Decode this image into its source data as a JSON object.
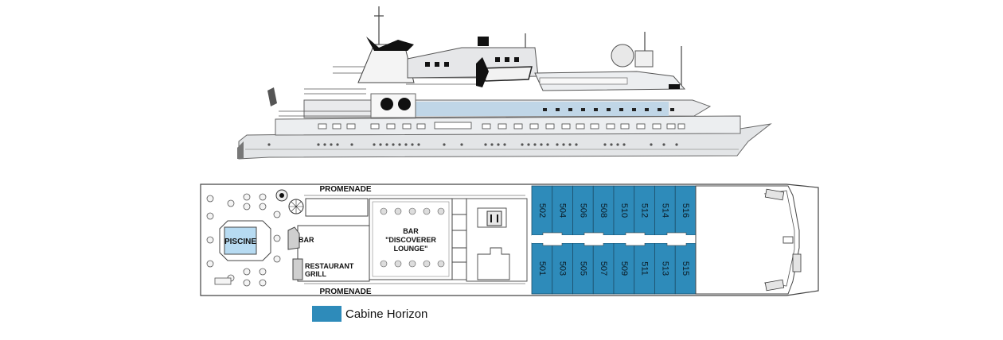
{
  "colors": {
    "cabin_horizon": "#2e8bba",
    "hull": "#e4e6e8",
    "outline": "#555555",
    "glass": "#b9d3e6",
    "pool": "#b7dbf2"
  },
  "deck_plan": {
    "promenade_top": "PROMENADE",
    "promenade_bottom": "PROMENADE",
    "pool_label": "PISCINE",
    "bar_small": "BAR",
    "restaurant_line1": "RESTAURANT",
    "restaurant_line2": "GRILL",
    "lounge_line1": "BAR",
    "lounge_line2": "\"DISCOVERER",
    "lounge_line3": "LOUNGE\"",
    "cabins_top": [
      "502",
      "504",
      "506",
      "508",
      "510",
      "512",
      "514",
      "516"
    ],
    "cabins_bottom": [
      "501",
      "503",
      "505",
      "507",
      "509",
      "511",
      "513",
      "515"
    ]
  },
  "legend": {
    "icon": "color-swatch",
    "label": "Cabine Horizon"
  }
}
